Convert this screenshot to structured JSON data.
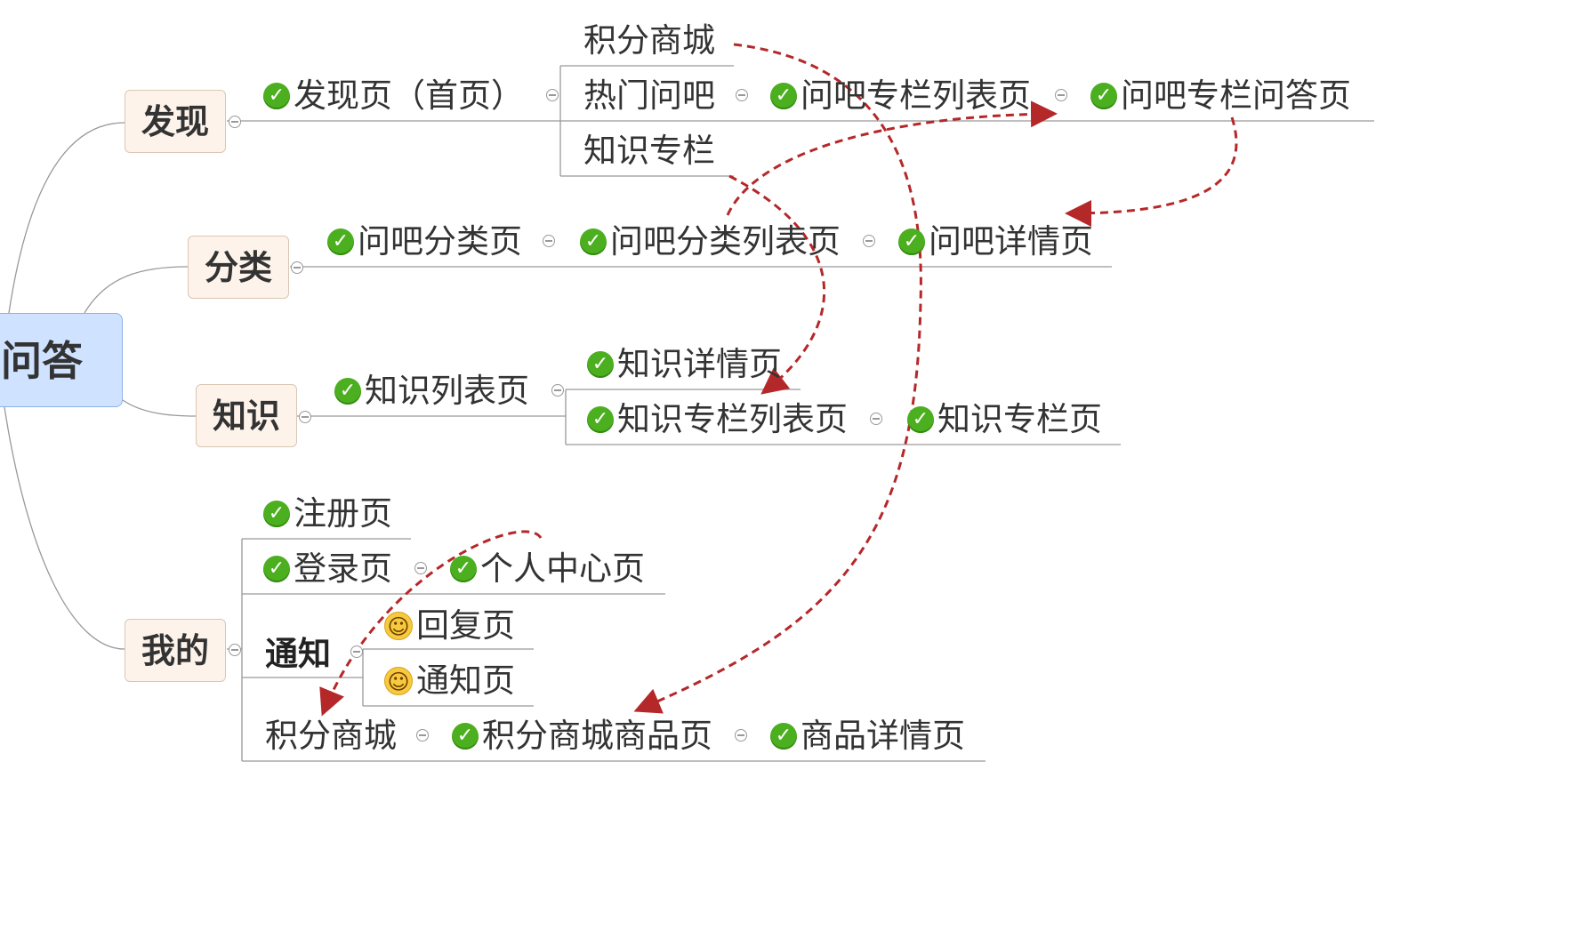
{
  "root": {
    "label": "问答"
  },
  "branches": {
    "discover": {
      "label": "发现",
      "home": "发现页（首页）",
      "points_mall_top": "积分商城",
      "hot_qa": "热门问吧",
      "knowledge_column_top": "知识专栏",
      "qa_column_list": "问吧专栏列表页",
      "qa_column_qa": "问吧专栏问答页"
    },
    "category": {
      "label": "分类",
      "qa_category": "问吧分类页",
      "qa_category_list": "问吧分类列表页",
      "qa_detail": "问吧详情页"
    },
    "knowledge": {
      "label": "知识",
      "knowledge_list": "知识列表页",
      "knowledge_detail": "知识详情页",
      "knowledge_column_list": "知识专栏列表页",
      "knowledge_column": "知识专栏页"
    },
    "mine": {
      "label": "我的",
      "register": "注册页",
      "login": "登录页",
      "personal_center": "个人中心页",
      "notify_group": "通知",
      "reply_page": "回复页",
      "notify_page": "通知页",
      "points_mall": "积分商城",
      "points_mall_goods": "积分商城商品页",
      "goods_detail": "商品详情页"
    }
  },
  "colors": {
    "root_fill": "#cfe2ff",
    "category_fill": "#fdf3ea",
    "connector": "#999999",
    "arrow": "#b5282a",
    "check": "#4caf1f",
    "emoji": "#f7c93e"
  },
  "icons": {
    "done": "check-circle-icon",
    "pending": "smile-emoji-icon",
    "collapse": "collapse-toggle-icon"
  }
}
